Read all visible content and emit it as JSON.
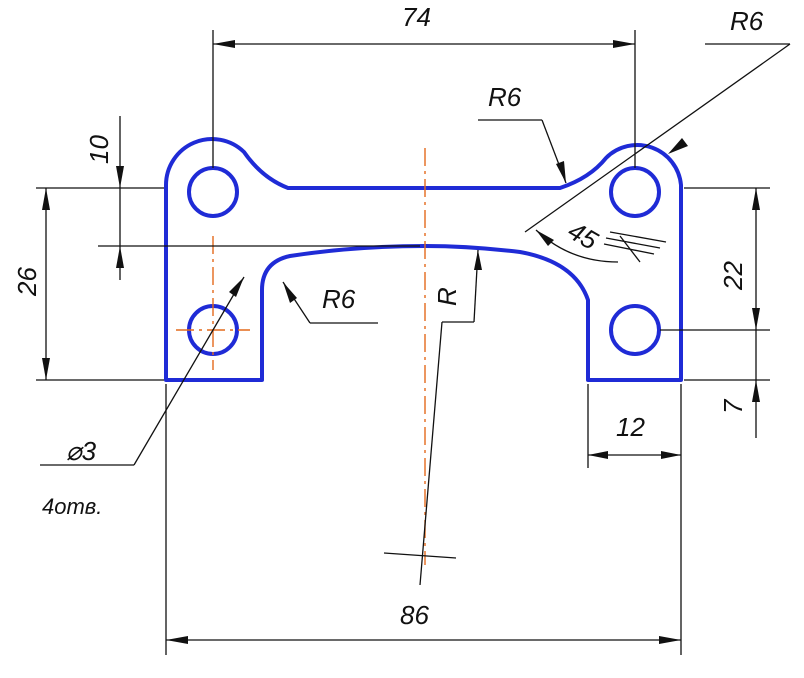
{
  "dimensions": {
    "top_width": "74",
    "bottom_width": "86",
    "total_height": "26",
    "hole_spacing_vertical": "22",
    "top_offset": "10",
    "bottom_offset": "7",
    "leg_width": "12",
    "radius_top_right": "R6",
    "radius_fillet_top": "R6",
    "radius_fillet_inner": "R6",
    "radius_arc": "R",
    "angle": "45",
    "hole_diameter": "⌀3",
    "hole_count": "4отв."
  },
  "colors": {
    "part_outline": "#1f2bd6",
    "center_lines": "#e36a1c",
    "dimension_lines": "#111111"
  }
}
